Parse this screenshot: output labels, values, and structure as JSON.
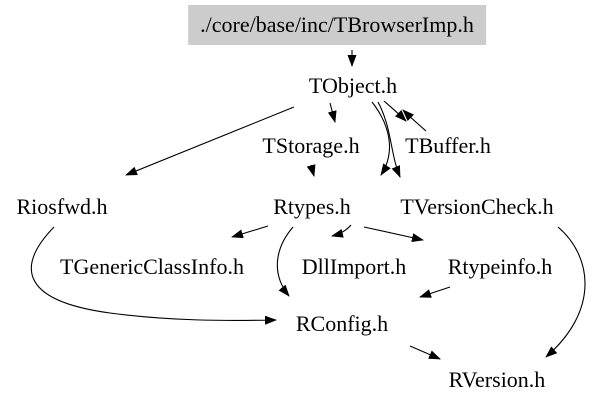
{
  "diagram": {
    "type": "include-dependency-graph",
    "title": "Include dependency graph for TBrowserImp.h",
    "colors": {
      "background": "#ffffff",
      "root_node_background": "#cccccc",
      "node_text": "#000000",
      "edge": "#000000"
    },
    "nodes": {
      "root": {
        "label": "./core/base/inc/TBrowserImp.h"
      },
      "tobject": {
        "label": "TObject.h"
      },
      "tstorage": {
        "label": "TStorage.h"
      },
      "tbuffer": {
        "label": "TBuffer.h"
      },
      "riosfwd": {
        "label": "Riosfwd.h"
      },
      "rtypes": {
        "label": "Rtypes.h"
      },
      "tversioncheck": {
        "label": "TVersionCheck.h"
      },
      "tgenericclassinfo": {
        "label": "TGenericClassInfo.h"
      },
      "dllimport": {
        "label": "DllImport.h"
      },
      "rtypeinfo": {
        "label": "Rtypeinfo.h"
      },
      "rconfig": {
        "label": "RConfig.h"
      },
      "rversion": {
        "label": "RVersion.h"
      }
    },
    "edges": [
      {
        "from": "root",
        "to": "tobject"
      },
      {
        "from": "tobject",
        "to": "riosfwd"
      },
      {
        "from": "tobject",
        "to": "tstorage"
      },
      {
        "from": "tobject",
        "to": "tbuffer"
      },
      {
        "from": "tbuffer",
        "to": "tobject"
      },
      {
        "from": "tobject",
        "to": "rtypes"
      },
      {
        "from": "tobject",
        "to": "tversioncheck"
      },
      {
        "from": "tstorage",
        "to": "rtypes"
      },
      {
        "from": "rtypes",
        "to": "tgenericclassinfo"
      },
      {
        "from": "rtypes",
        "to": "dllimport"
      },
      {
        "from": "rtypes",
        "to": "rtypeinfo"
      },
      {
        "from": "rtypes",
        "to": "rconfig"
      },
      {
        "from": "rtypeinfo",
        "to": "rconfig"
      },
      {
        "from": "riosfwd",
        "to": "rconfig"
      },
      {
        "from": "tversioncheck",
        "to": "rversion"
      },
      {
        "from": "rconfig",
        "to": "rversion"
      }
    ]
  }
}
